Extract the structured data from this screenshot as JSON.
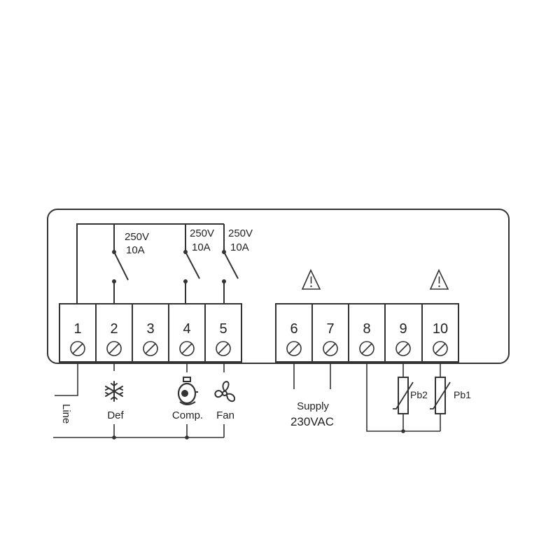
{
  "relays": [
    {
      "voltage": "250V",
      "current": "10A"
    },
    {
      "voltage": "250V",
      "current": "10A"
    },
    {
      "voltage": "250V",
      "current": "10A"
    }
  ],
  "terminals": [
    "1",
    "2",
    "3",
    "4",
    "5",
    "6",
    "7",
    "8",
    "9",
    "10"
  ],
  "labels": {
    "line": "Line",
    "def": "Def",
    "comp": "Comp.",
    "fan": "Fan",
    "supply_line1": "Supply",
    "supply_line2": "230VAC",
    "pb1": "Pb1",
    "pb2": "Pb2"
  },
  "icons": [
    "snowflake-icon",
    "compressor-icon",
    "fan-icon",
    "warning-icon",
    "thermistor-symbol",
    "screw-terminal-icon"
  ],
  "colors": {
    "line": "#333333",
    "background": "#ffffff"
  }
}
